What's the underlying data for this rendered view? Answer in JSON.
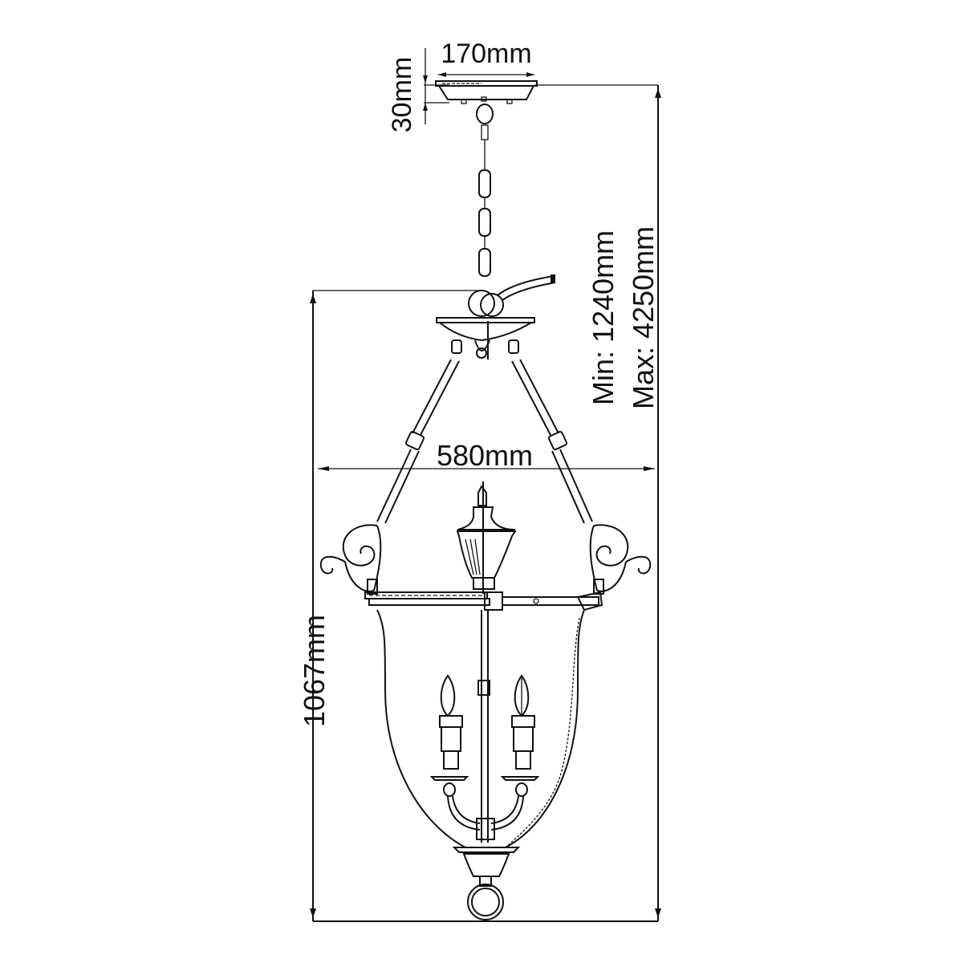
{
  "diagram": {
    "title": "Pendant lantern dimension drawing",
    "colors": {
      "line": "#111111",
      "background": "#ffffff"
    },
    "dimensions": {
      "canopy_width": "170mm",
      "canopy_height": "30mm",
      "overall_drop_min": "Min: 1240mm",
      "overall_drop_max": "Max: 4250mm",
      "body_width": "580mm",
      "body_height": "1067mm"
    },
    "components": [
      "ceiling-canopy",
      "chain",
      "top-hook",
      "suspension-arms",
      "scroll-arms",
      "urn-finial",
      "gallery-ring",
      "glass-bell-shade",
      "candle-lamps",
      "bottom-finial",
      "bottom-ring"
    ]
  }
}
